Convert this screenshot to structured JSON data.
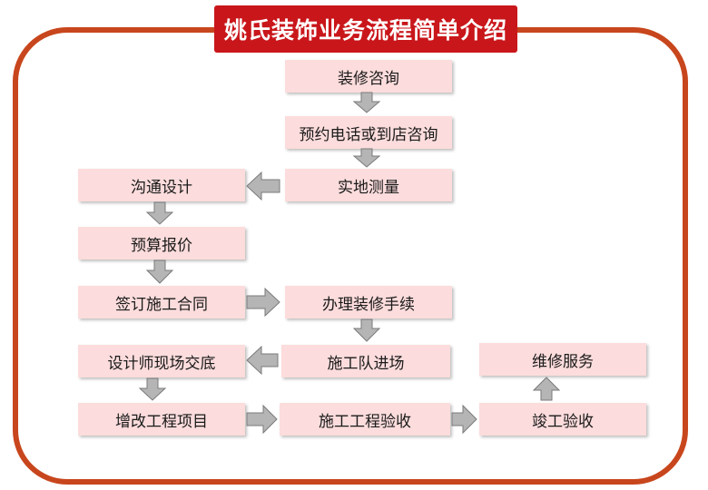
{
  "title": "姚氏装饰业务流程简单介绍",
  "steps": {
    "consult": "装修咨询",
    "appointment": "预约电话或到店咨询",
    "measure": "实地测量",
    "design": "沟通设计",
    "quote": "预算报价",
    "contract": "签订施工合同",
    "permits": "办理装修手续",
    "disclosure": "设计师现场交底",
    "entry": "施工队进场",
    "maintenance": "维修服务",
    "changes": "增改工程项目",
    "inspection": "施工工程验收",
    "completion": "竣工验收"
  },
  "colors": {
    "frame": "#c8461d",
    "title_bg": "#c9161b",
    "box_bg": "#fcdcdc",
    "arrow": "#b5b5b5"
  }
}
